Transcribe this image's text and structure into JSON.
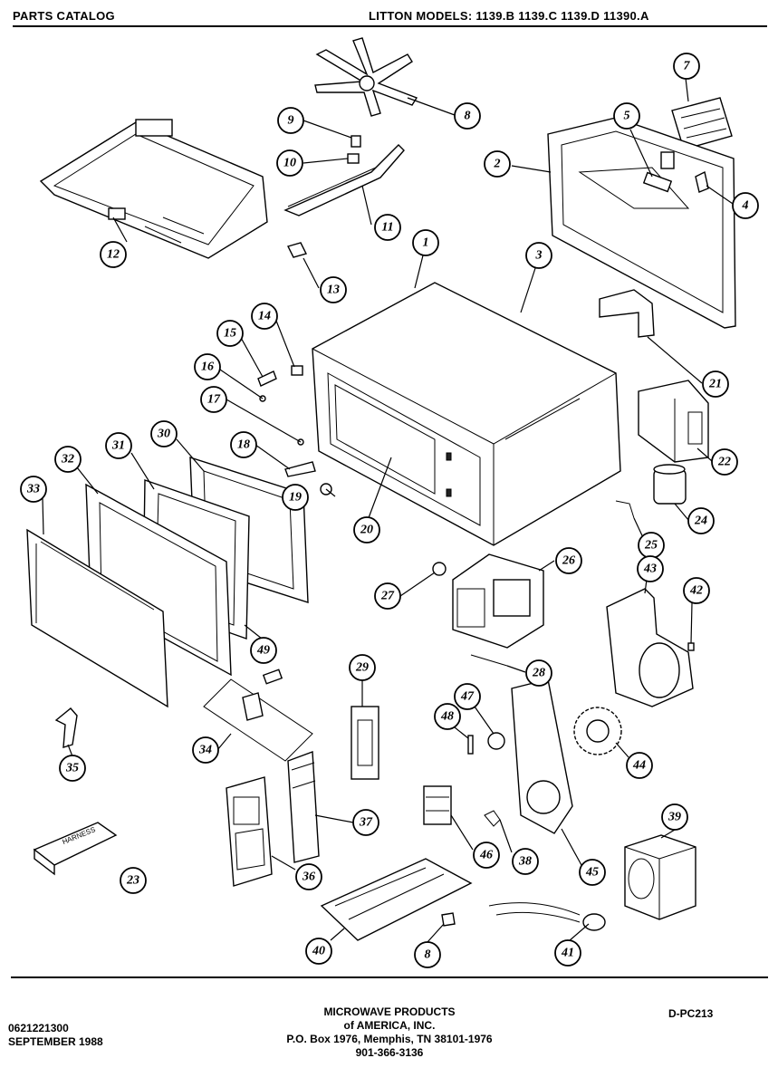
{
  "header": {
    "left": "PARTS CATALOG",
    "right": "LITTON  MODELS:  1139.B   1139.C   1139.D   11390.A"
  },
  "callouts": [
    "1",
    "2",
    "3",
    "4",
    "5",
    "7",
    "8",
    "9",
    "10",
    "11",
    "12",
    "13",
    "14",
    "15",
    "16",
    "17",
    "18",
    "19",
    "20",
    "21",
    "22",
    "23",
    "24",
    "25",
    "26",
    "27",
    "28",
    "29",
    "30",
    "31",
    "32",
    "33",
    "34",
    "35",
    "36",
    "37",
    "38",
    "39",
    "40",
    "8",
    "41",
    "42",
    "43",
    "44",
    "45",
    "46",
    "47",
    "48",
    "49"
  ],
  "label_text": "HARNESS",
  "footer": {
    "left_line1": "0621221300",
    "left_line2": "SEPTEMBER 1988",
    "center_line1": "MICROWAVE PRODUCTS",
    "center_line2": "of AMERICA, INC.",
    "center_line3": "P.O. Box 1976,   Memphis, TN  38101-1976",
    "center_line4": "901-366-3136",
    "right": "D-PC213"
  }
}
